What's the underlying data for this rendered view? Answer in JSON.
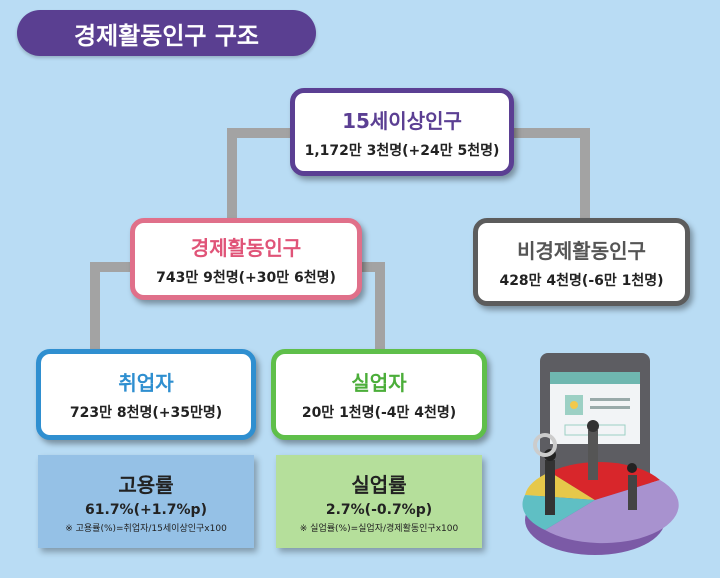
{
  "title": "경제활동인구 구조",
  "nodes": {
    "pop15": {
      "title": "15세이상인구",
      "value": "1,172만 3천명(+24만 5천명)"
    },
    "active": {
      "title": "경제활동인구",
      "value": "743만 9천명(+30만 6천명)"
    },
    "inactive": {
      "title": "비경제활동인구",
      "value": "428만 4천명(-6만 1천명)"
    },
    "employed": {
      "title": "취업자",
      "value": "723만 8천명(+35만명)"
    },
    "unemployed": {
      "title": "실업자",
      "value": "20만 1천명(-4만 4천명)"
    }
  },
  "rates": {
    "employment": {
      "title": "고용률",
      "value": "61.7%(+1.7%p)",
      "note": "※ 고용률(%)=취업자/15세이상인구x100"
    },
    "unemployment": {
      "title": "실업률",
      "value": "2.7%(-0.7%p)",
      "note": "※ 실업률(%)=실업자/경제활동인구x100"
    }
  },
  "colors": {
    "purple": "#5a3f91",
    "pink": "#e0708a",
    "gray": "#5c5c5c",
    "blue": "#2f8fd0",
    "green": "#5fbf4a"
  }
}
